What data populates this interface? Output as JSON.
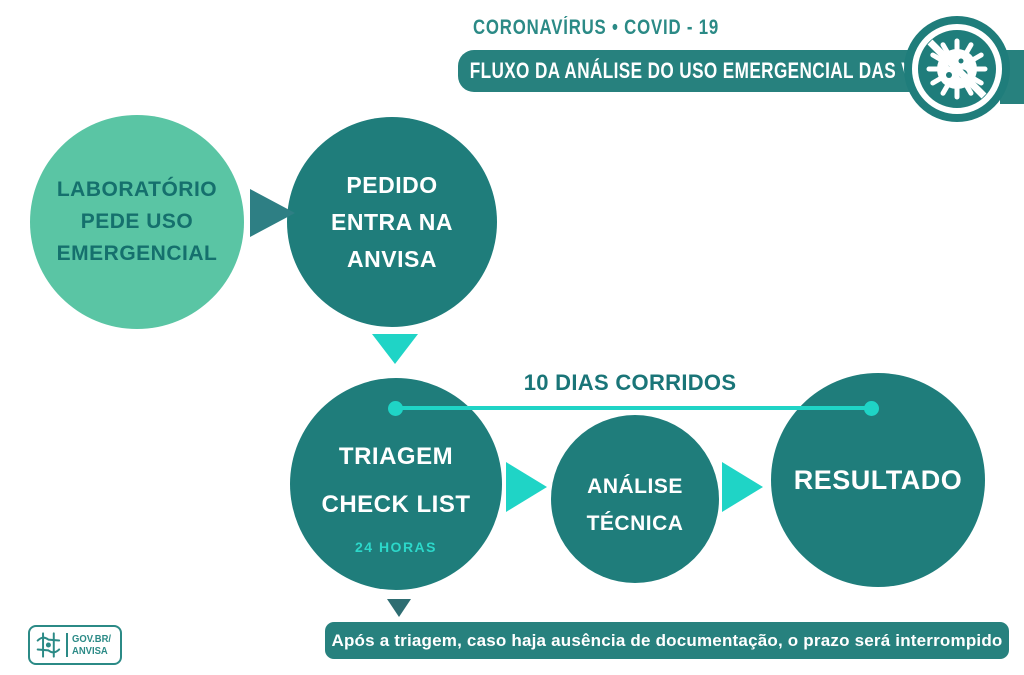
{
  "header": {
    "kicker": "CORONAVÍRUS • COVID - 19",
    "title": "FLUXO DA ANÁLISE DO USO EMERGENCIAL DAS VACINAS",
    "icon": "no-virus-icon"
  },
  "flow": {
    "lab": {
      "line1": "LABORATÓRIO",
      "line2": "PEDE USO",
      "line3": "EMERGENCIAL"
    },
    "pedido": {
      "line1": "PEDIDO",
      "line2": "ENTRA NA",
      "line3": "ANVISA"
    },
    "triagem": {
      "line1": "TRIAGEM",
      "line2": "CHECK LIST",
      "duration": "24 HORAS"
    },
    "timeline": {
      "label": "10 DIAS CORRIDOS"
    },
    "analise": {
      "line1": "ANÁLISE",
      "line2": "TÉCNICA"
    },
    "resultado": {
      "line1": "RESULTADO"
    }
  },
  "footer": {
    "note": "Após a triagem, caso haja ausência de documentação, o prazo será interrompido",
    "logo": {
      "line1": "GOV.BR/",
      "line2": "ANVISA"
    }
  },
  "colors": {
    "teal": "#1f7d7b",
    "teal_banner": "#27817e",
    "light_green": "#5ac5a4",
    "cyan": "#1fd4c6",
    "dark_arrow": "#2e7f84",
    "header_text": "#2b8a86",
    "timeline_text": "#1a7578"
  }
}
